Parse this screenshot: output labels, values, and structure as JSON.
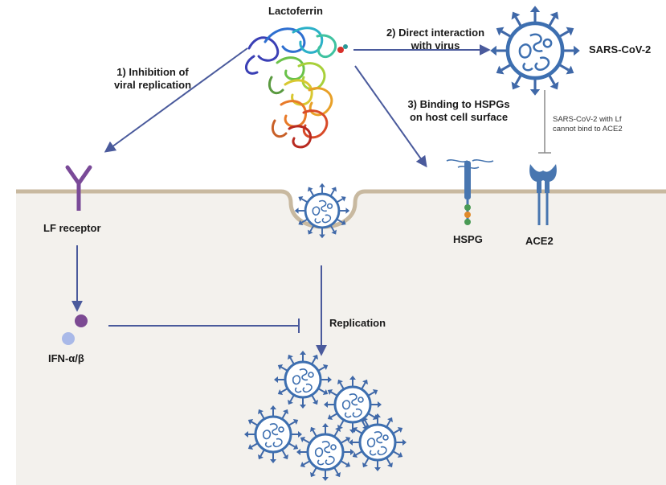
{
  "labels": {
    "lactoferrin": "Lactoferrin",
    "step1_line1": "1) Inhibition of",
    "step1_line2": "viral replication",
    "step2_line1": "2) Direct interaction",
    "step2_line2": "with virus",
    "step3_line1": "3) Binding to HSPGs",
    "step3_line2": "on host cell surface",
    "sars_cov_2": "SARS-CoV-2",
    "note_line1": "SARS-CoV-2 with Lf",
    "note_line2": "cannot bind to ACE2",
    "lf_receptor": "LF receptor",
    "hspg": "HSPG",
    "ace2": "ACE2",
    "ifn": "IFN-α/β",
    "replication": "Replication"
  },
  "colors": {
    "arrow": "#4a5a9c",
    "membrane": "#c8b9a0",
    "cytoplasm": "#f3f1ed",
    "virus_body": "#3d6fb0",
    "virus_spike": "#3f68a8",
    "receptor_purple": "#7a4a98",
    "ace2_blue": "#4876b0",
    "ifn_purple": "#7c4a93",
    "ifn_lightblue": "#a9b9e8",
    "hspg_green": "#4a9a55",
    "hspg_orange": "#e08a2a"
  },
  "icons": [
    "lactoferrin-protein-structure",
    "sars-cov-2-virus-icon",
    "lf-receptor-icon",
    "hspg-icon",
    "ace2-receptor-icon",
    "ifn-molecule-icon"
  ]
}
